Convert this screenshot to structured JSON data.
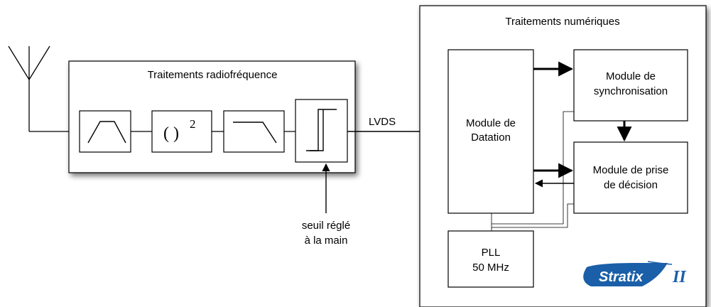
{
  "rf_section": {
    "title": "Traitements radiofréquence",
    "blocks": [
      {
        "kind": "bandpass-filter"
      },
      {
        "kind": "square",
        "base": "( )",
        "exponent": "2"
      },
      {
        "kind": "lowpass-filter"
      },
      {
        "kind": "comparator"
      }
    ],
    "threshold_label_line1": "seuil réglé",
    "threshold_label_line2": "à la main"
  },
  "link_label": "LVDS",
  "digital_section": {
    "title": "Traitements numériques",
    "datation_line1": "Module de",
    "datation_line2": "Datation",
    "sync_line1": "Module de",
    "sync_line2": "synchronisation",
    "decision_line1": "Module de prise",
    "decision_line2": "de décision",
    "pll_line1": "PLL",
    "pll_line2": "50 MHz"
  },
  "logo": {
    "name": "Stratix",
    "numeral": "II",
    "color": "#1a5fa8"
  }
}
